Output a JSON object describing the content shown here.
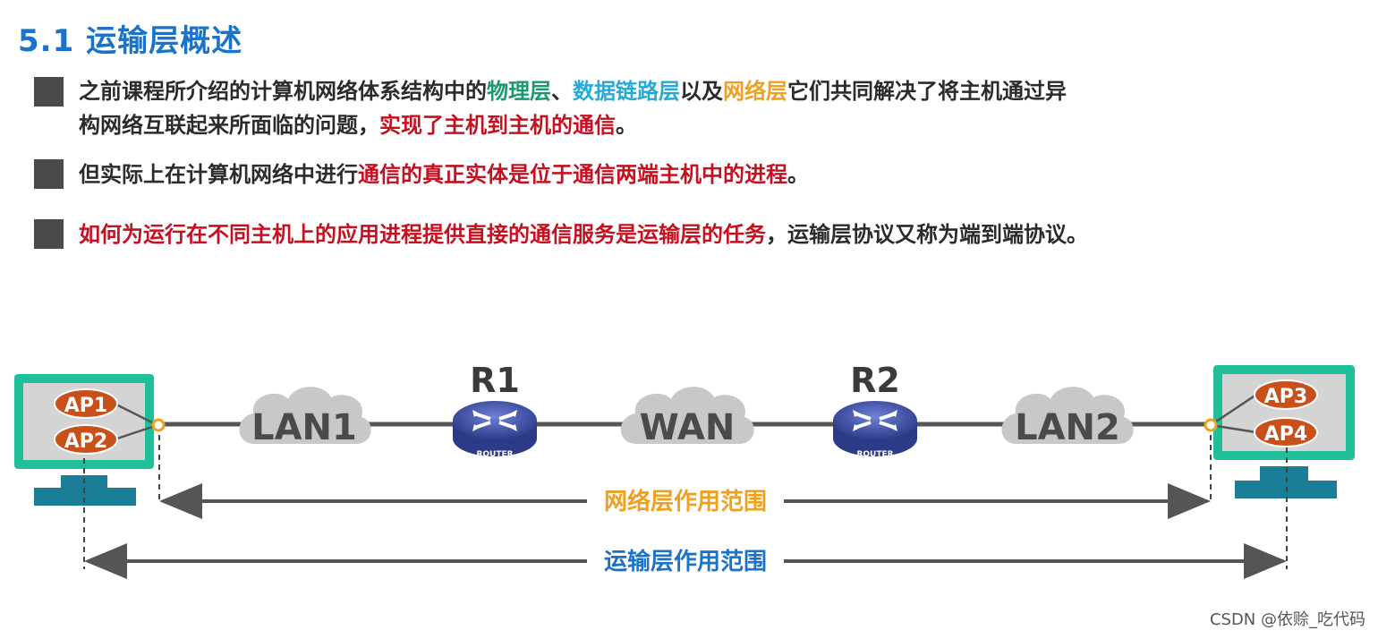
{
  "title": "5.1 运输层概述",
  "paragraphs": {
    "p1": {
      "line1_a": "之前课程所介绍的计算机网络体系结构中的",
      "line1_b": "物理层",
      "line1_c": "、",
      "line1_d": "数据链路层",
      "line1_e": "以及",
      "line1_f": "网络层",
      "line1_g": "它们共同解决了将主机通过异",
      "line2_a": "构网络互联起来所面临的问题，",
      "line2_b": "实现了主机到主机的通信",
      "line2_c": "。"
    },
    "p2": {
      "a": "但实际上在计算机网络中进行",
      "b": "通信的真正实体是位于通信两端主机中的进程",
      "c": "。"
    },
    "p3": {
      "a": "如何为运行在不同主机上的应用进程提供直接的通信服务是运输层的任务",
      "b": "，运输层协议又称为端到端协议。"
    }
  },
  "diagram": {
    "host_left": {
      "apps": [
        "AP1",
        "AP2"
      ]
    },
    "host_right": {
      "apps": [
        "AP3",
        "AP4"
      ]
    },
    "clouds": [
      "LAN1",
      "WAN",
      "LAN2"
    ],
    "routers": [
      {
        "name": "R1",
        "caption": "ROUTER"
      },
      {
        "name": "R2",
        "caption": "ROUTER"
      }
    ],
    "scope_network": "网络层作用范围",
    "scope_transport": "运输层作用范围"
  },
  "colors": {
    "title": "#1a73c8",
    "green": "#1a9a6c",
    "cyan": "#26a9d6",
    "orange": "#f0a020",
    "red": "#c51020",
    "host_frame": "#1fbf9a",
    "host_base": "#1a7f96",
    "app_oval": "#c8501a",
    "router": "#3c4fa0",
    "scope_network": "#f0a020",
    "scope_transport": "#1a73c8"
  },
  "watermark": "CSDN @依赊_吃代码"
}
